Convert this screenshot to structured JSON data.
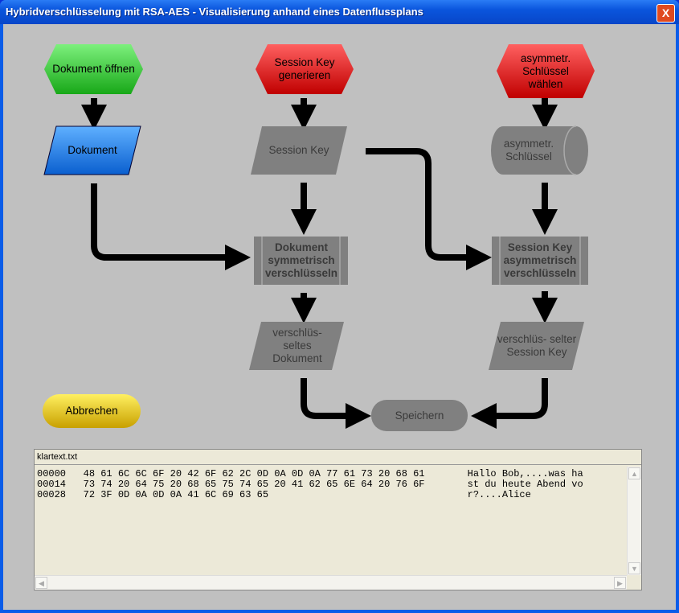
{
  "window": {
    "title": "Hybridverschlüsselung mit RSA-AES - Visualisierung anhand eines Datenflussplans",
    "close": "X"
  },
  "flow": {
    "open_doc": "Dokument öffnen",
    "gen_key": "Session Key generieren",
    "choose_key": "asymmetr. Schlüssel wählen",
    "document": "Dokument",
    "session_key": "Session Key",
    "asym_key": "asymmetr. Schlüssel",
    "encrypt_doc": "Dokument symmetrisch verschlüsseln",
    "encrypt_key": "Session Key asymmetrisch verschlüsseln",
    "enc_doc": "verschlüs- seltes Dokument",
    "enc_key": "verschlüs- selter Session Key",
    "save": "Speichern",
    "cancel": "Abbrechen"
  },
  "colors": {
    "green": "#33cc33",
    "red": "#e01010",
    "blue": "#1a7de8",
    "grey": "#808080",
    "yellow": "#f0d020"
  },
  "hexview": {
    "filename": "klartext.txt",
    "rows": [
      {
        "offset": "00000",
        "bytes": "48 61 6C 6C 6F 20 42 6F 62 2C 0D 0A 0D 0A 77 61 73 20 68 61",
        "ascii": "Hallo Bob,....was ha"
      },
      {
        "offset": "00014",
        "bytes": "73 74 20 64 75 20 68 65 75 74 65 20 41 62 65 6E 64 20 76 6F",
        "ascii": "st du heute Abend vo"
      },
      {
        "offset": "00028",
        "bytes": "72 3F 0D 0A 0D 0A 41 6C 69 63 65",
        "ascii": "r?....Alice"
      }
    ]
  }
}
